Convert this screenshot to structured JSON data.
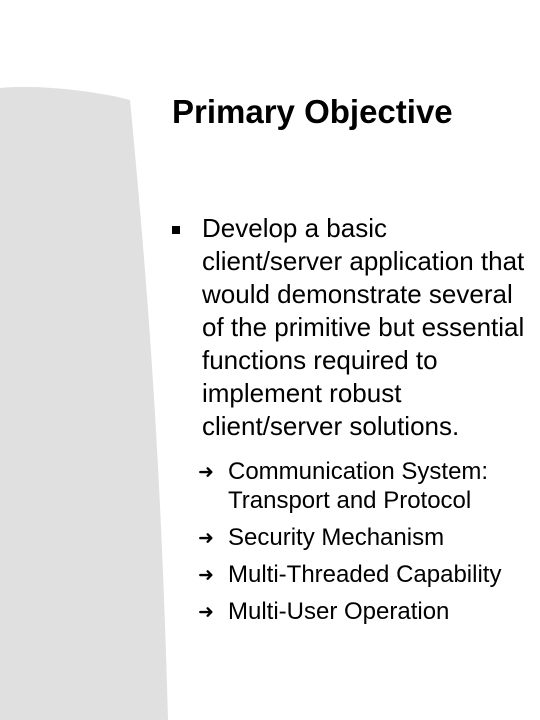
{
  "slide": {
    "title": "Primary Objective",
    "bullet": {
      "icon": "square-bullet-icon",
      "text": "Develop a basic client/server application that would demonstrate several of the primitive but essential functions required to implement robust client/server solutions."
    },
    "sub_bullet_icon": "arrow-right-icon",
    "sub_items": [
      "Communication System: Transport and Protocol",
      "Security Mechanism",
      "Multi-Threaded Capability",
      "Multi-User Operation"
    ]
  },
  "colors": {
    "background": "#ffffff",
    "decor_shape": "#e0e0e0",
    "text": "#000000"
  }
}
